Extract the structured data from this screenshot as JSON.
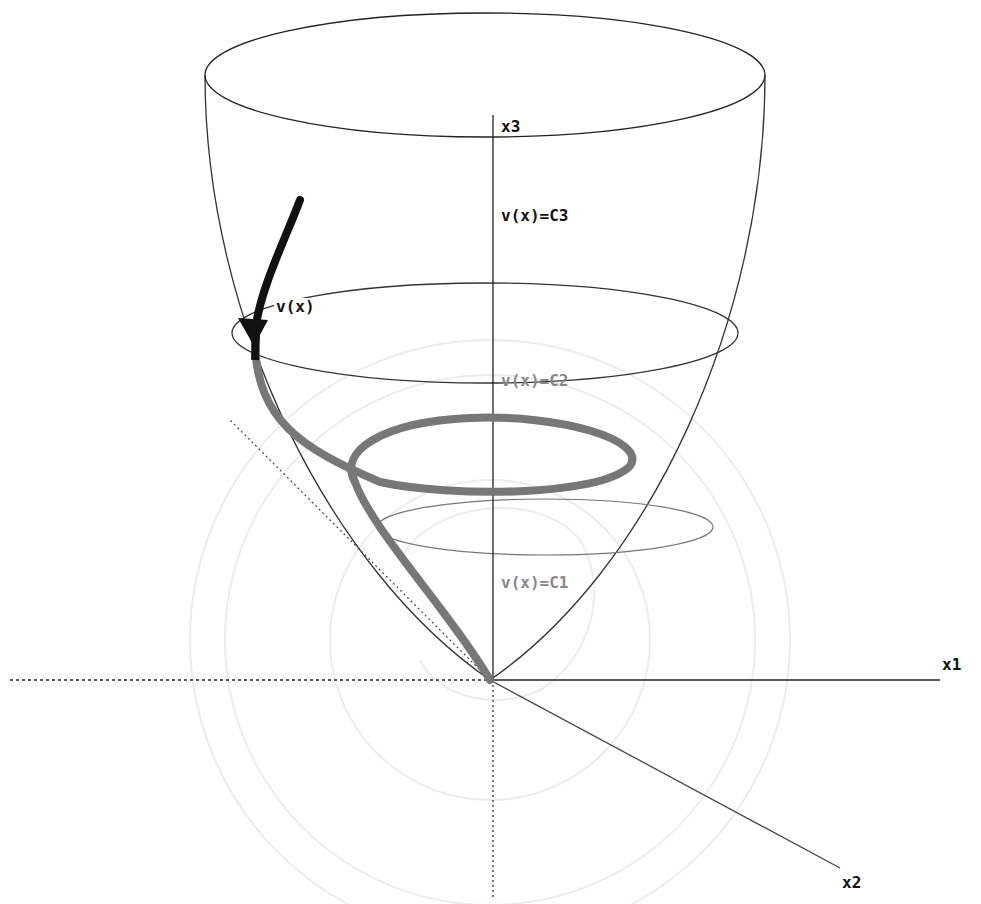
{
  "diagram": {
    "labels": [
      "x3",
      "v(x)=C3",
      "v(x)=C2",
      "v(x)=C1",
      "v(x)",
      "x1",
      "x2"
    ]
  }
}
